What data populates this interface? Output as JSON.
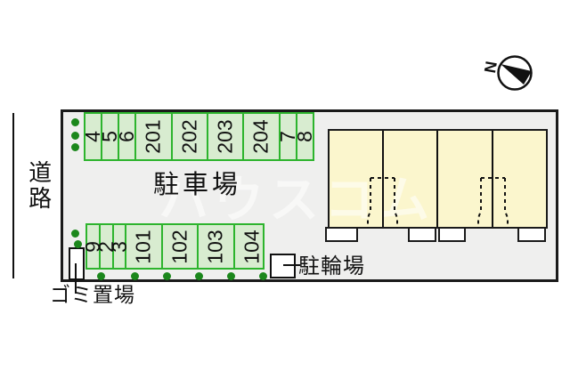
{
  "site_plan": {
    "road_label": "道路",
    "parking_area_label": "駐車場",
    "garbage_area_label": "ゴミ置場",
    "bicycle_parking_label": "駐輪場",
    "north_marker_label": "N",
    "watermark_text": "ハウスコム",
    "parking_spaces": {
      "top_row": [
        "4",
        "5",
        "6",
        "201",
        "202",
        "203",
        "204",
        "7",
        "8"
      ],
      "bottom_row": [
        "9",
        "2",
        "3",
        "101",
        "102",
        "103",
        "104"
      ]
    },
    "colors": {
      "site_fill": "#efefee",
      "outline": "#1a1a1a",
      "parking_fill": "#d8ecd0",
      "parking_border": "#2db42d",
      "building_fill": "#fbf6cd",
      "shrub_green": "#1c871c"
    }
  }
}
